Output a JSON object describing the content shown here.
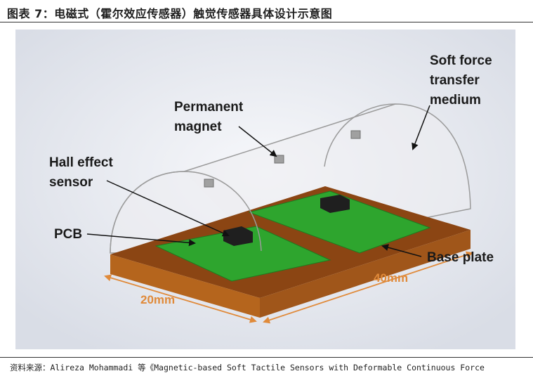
{
  "figure": {
    "title": "图表 7：电磁式（霍尔效应传感器）触觉传感器具体设计示意图",
    "source": "资料来源：Alireza Mohammadi 等《Magnetic-based Soft Tactile Sensors with Deformable Continuous Force"
  },
  "diagram": {
    "labels": {
      "soft_medium_line1": "Soft force",
      "soft_medium_line2": "transfer",
      "soft_medium_line3": "medium",
      "magnet_line1": "Permanent",
      "magnet_line2": "magnet",
      "hall_line1": "Hall effect",
      "hall_line2": "sensor",
      "pcb": "PCB",
      "base_plate": "Base plate",
      "dim_width": "20mm",
      "dim_length": "40mm"
    },
    "colors": {
      "background": "#e6e9ef",
      "base_top": "#8b4513",
      "base_front": "#b5651d",
      "pcb": "#2ea52e",
      "chip": "#1f1f1f",
      "magnet": "#9e9e9e",
      "dimension": "#e08a3a"
    }
  }
}
